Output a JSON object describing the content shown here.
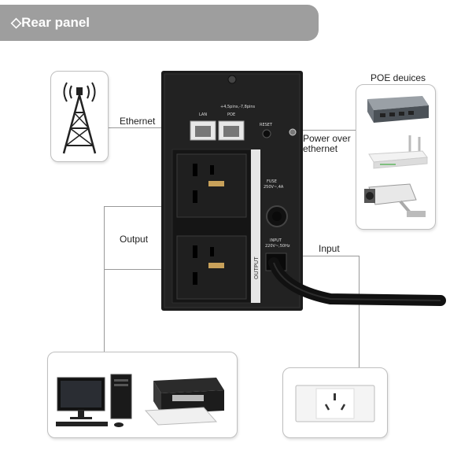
{
  "header": {
    "icon": "diamond-outline-icon",
    "title": "Rear panel"
  },
  "labels": {
    "ethernet": "Ethernet",
    "poe_devices": "POE deuices",
    "power_over_ethernet_line1": "Power over",
    "power_over_ethernet_line2": "ethernet",
    "output": "Output",
    "input": "Input"
  },
  "ups_panel": {
    "port_spec": "+4,5pins,-7,8pins",
    "lan_label": "LAN",
    "poe_label": "POE",
    "reset_label": "RESET",
    "fuse_line1": "FUSE",
    "fuse_line2": "250V~,4A",
    "input_line1": "INPUT",
    "input_line2": "220V~,50Hz",
    "output_label": "OUTPUT"
  },
  "colors": {
    "header_bg": "#9e9e9e",
    "ups_body": "#1b1b1b",
    "line": "#999999"
  }
}
